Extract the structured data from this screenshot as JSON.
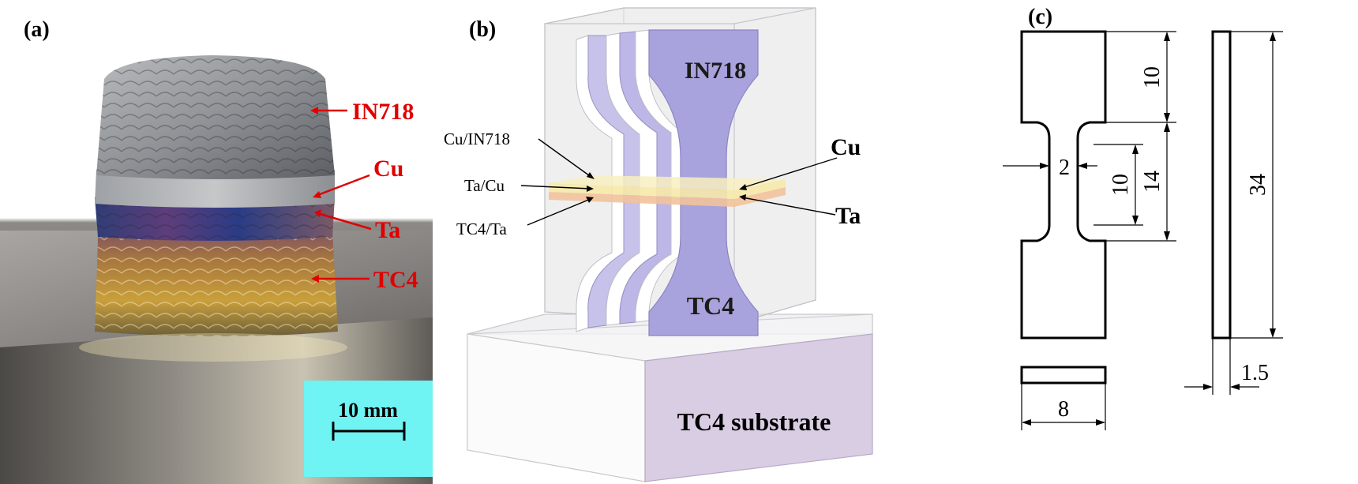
{
  "panel_a": {
    "label": "(a)",
    "layer_labels": [
      "IN718",
      "Cu",
      "Ta",
      "TC4"
    ],
    "scale_bar": "10 mm",
    "colors": {
      "annotation": "#e00000",
      "scale_box": "#6ff3f3"
    }
  },
  "panel_b": {
    "label": "(b)",
    "top_material": "IN718",
    "bottom_material": "TC4",
    "interfaces": [
      "Cu/IN718",
      "Ta/Cu",
      "TC4/Ta"
    ],
    "interlayers": [
      "Cu",
      "Ta"
    ],
    "substrate": "TC4 substrate",
    "colors": {
      "specimen": "#a9a3dd",
      "substrate": "#d7cbe0",
      "cu_layer": "#f6e9a8",
      "ta_layer": "#f2c29a"
    }
  },
  "panel_c": {
    "label": "(c)",
    "dimensions": {
      "grip_length": "10",
      "gauge_width": "2",
      "gauge_length": "10",
      "reduced_section": "14",
      "total_length": "34",
      "width": "8",
      "thickness": "1.5"
    }
  }
}
